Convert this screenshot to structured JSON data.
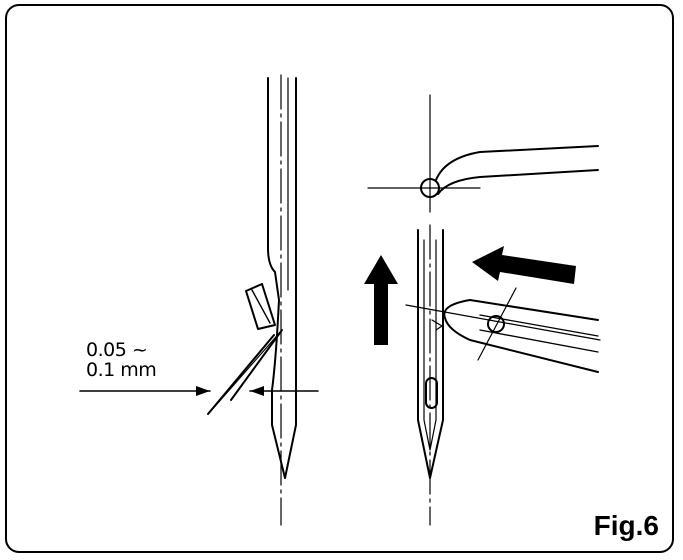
{
  "figure": {
    "label": "Fig.6",
    "clearance_line1": "0.05 ~",
    "clearance_line2": "0.1 mm"
  },
  "colors": {
    "ink": "#000000",
    "paper": "#ffffff"
  }
}
